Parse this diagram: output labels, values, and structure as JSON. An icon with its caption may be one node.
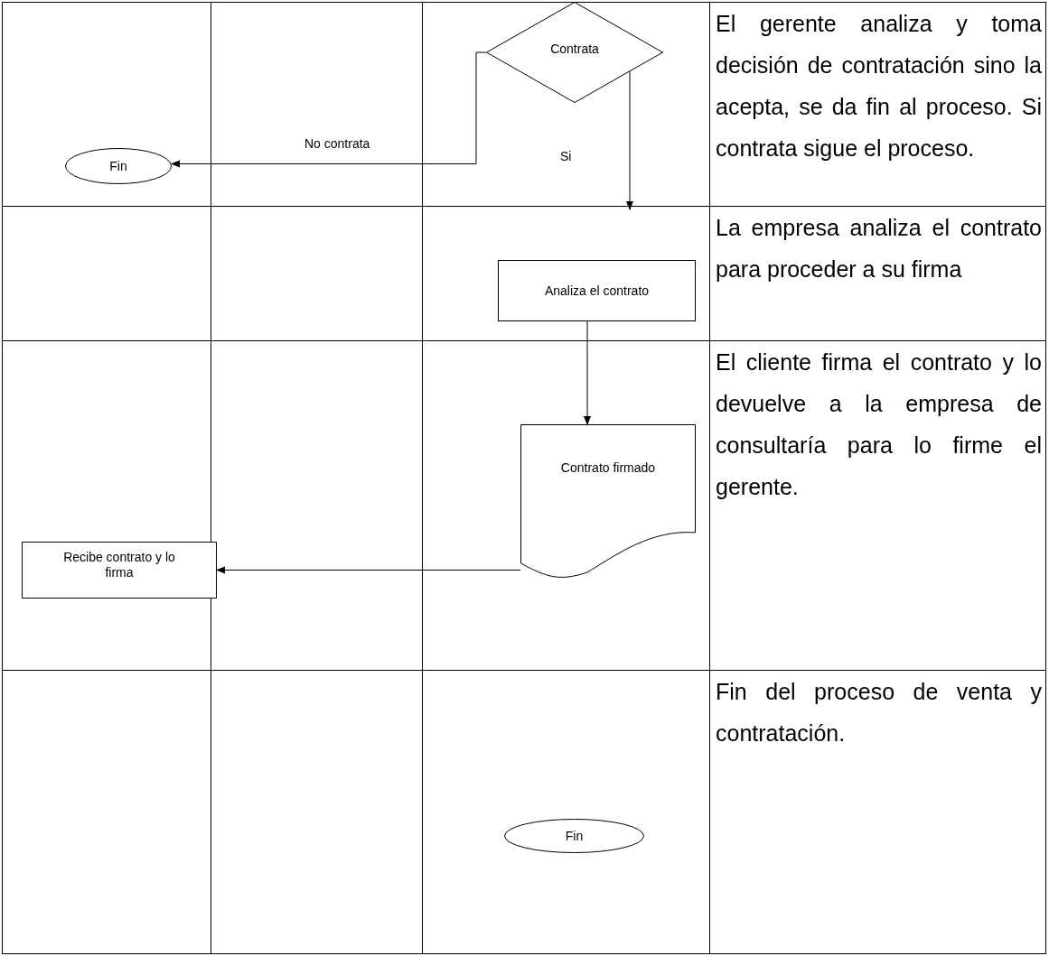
{
  "diagram": {
    "nodes": [
      {
        "text": [
          "Contrata"
        ]
      },
      {
        "text": [
          "Fin"
        ]
      },
      {
        "text": [
          "Analiza el contrato"
        ]
      },
      {
        "text": [
          "Contrato firmado"
        ]
      },
      {
        "text": [
          "Recibe contrato y lo firma"
        ]
      },
      {
        "text": [
          "Fin"
        ]
      }
    ],
    "edges": [
      {
        "from": 0,
        "to": 1,
        "label": "No contrata",
        "arrow": "to"
      },
      {
        "from": 0,
        "to": null,
        "label": "Si",
        "arrow": "to"
      },
      {
        "from": 2,
        "to": 3,
        "arrow": "to"
      },
      {
        "from": 3,
        "to": 4,
        "arrow": "to"
      }
    ],
    "labels": [
      "El gerente analiza y toma decisión de contratación sino la acepta, se da fin al proceso. Si contrata sigue el proceso.",
      "La empresa analiza el contrato para proceder a su firma",
      "El cliente firma el contrato y lo devuelve a la empresa de consultaría para lo firme el gerente.",
      "Fin del proceso de venta y contratación."
    ]
  }
}
